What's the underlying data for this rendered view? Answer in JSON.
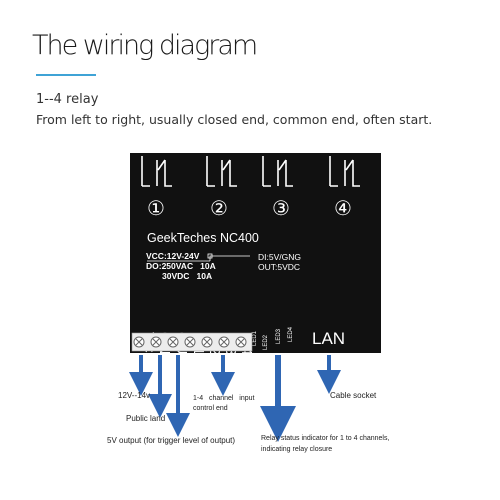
{
  "header": {
    "title": "The wiring diagram",
    "subtitle": "1--4 relay",
    "description": "From left to right, usually closed end, common end, often start."
  },
  "board": {
    "relay_numbers": [
      "①",
      "②",
      "③",
      "④"
    ],
    "model": "GeekTeches NC400",
    "spec_line1": "VCC:12V-24V",
    "spec_line2": "DO:250VAC   10A",
    "spec_line3": "30VDC   10A",
    "di_label": "DI:5V/GNG",
    "out_label": "OUT:5VDC",
    "pins": [
      "VCC",
      "GND",
      "OUT",
      "IN1",
      "IN2",
      "IN3",
      "IN4"
    ],
    "leds": [
      "LED1",
      "LED2",
      "LED3",
      "LED4"
    ],
    "lan": "LAN"
  },
  "annotations": {
    "vcc": "12V--14v",
    "gnd": "Public land",
    "out": "5V output (for trigger level of output)",
    "inputs_line1": "1-4   channel   input",
    "inputs_line2": "control end",
    "leds_line1": "Relay status indicator for 1 to 4 channels,",
    "leds_line2": "indicating relay closure",
    "lan": "Cable socket"
  },
  "colors": {
    "board": "#111111",
    "board_text": "#ffffff",
    "accent_rule": "#3fa3d6",
    "arrow": "#2f66b3"
  }
}
